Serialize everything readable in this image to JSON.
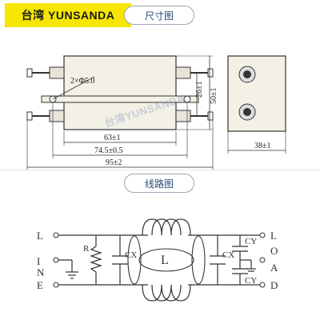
{
  "header": {
    "brand": "台湾 YUNSANDA",
    "section_dimensions": "尺寸图",
    "section_circuit": "线路图"
  },
  "dimension_labels": {
    "hole": "2×Φ5.0",
    "dim_63": "63±1",
    "dim_74_5": "74.5±0.5",
    "dim_95": "95±2",
    "dim_26": "26±1",
    "dim_50": "50±1",
    "dim_38": "38±1"
  },
  "circuit_labels": {
    "line_left": [
      "L",
      "I",
      "N",
      "E"
    ],
    "load_right": [
      "L",
      "O",
      "A",
      "D"
    ],
    "resistor": "R",
    "cx_left": "CX",
    "cx_right": "CX",
    "cy_top": "CY",
    "cy_bottom": "CY",
    "inductor": "L"
  },
  "watermark": "台湾YUNSANDA"
}
